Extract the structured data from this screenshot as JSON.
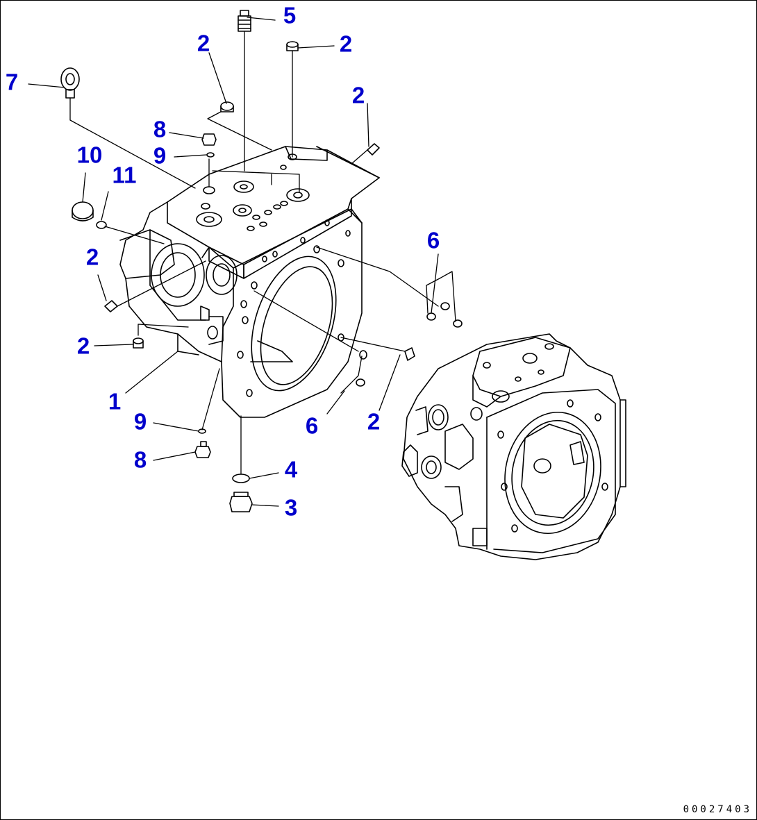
{
  "callouts": [
    {
      "id": "c5",
      "label": "5"
    },
    {
      "id": "c2a",
      "label": "2"
    },
    {
      "id": "c2b",
      "label": "2"
    },
    {
      "id": "c7",
      "label": "7"
    },
    {
      "id": "c2c",
      "label": "2"
    },
    {
      "id": "c8a",
      "label": "8"
    },
    {
      "id": "c10",
      "label": "10"
    },
    {
      "id": "c9a",
      "label": "9"
    },
    {
      "id": "c11",
      "label": "11"
    },
    {
      "id": "c6a",
      "label": "6"
    },
    {
      "id": "c2d",
      "label": "2"
    },
    {
      "id": "c2e",
      "label": "2"
    },
    {
      "id": "c1",
      "label": "1"
    },
    {
      "id": "c9b",
      "label": "9"
    },
    {
      "id": "c6b",
      "label": "6"
    },
    {
      "id": "c2f",
      "label": "2"
    },
    {
      "id": "c8b",
      "label": "8"
    },
    {
      "id": "c4",
      "label": "4"
    },
    {
      "id": "c3",
      "label": "3"
    }
  ],
  "drawing_number": "00027403",
  "colors": {
    "callout": "#0000cc",
    "line": "#000000",
    "background": "#ffffff"
  }
}
